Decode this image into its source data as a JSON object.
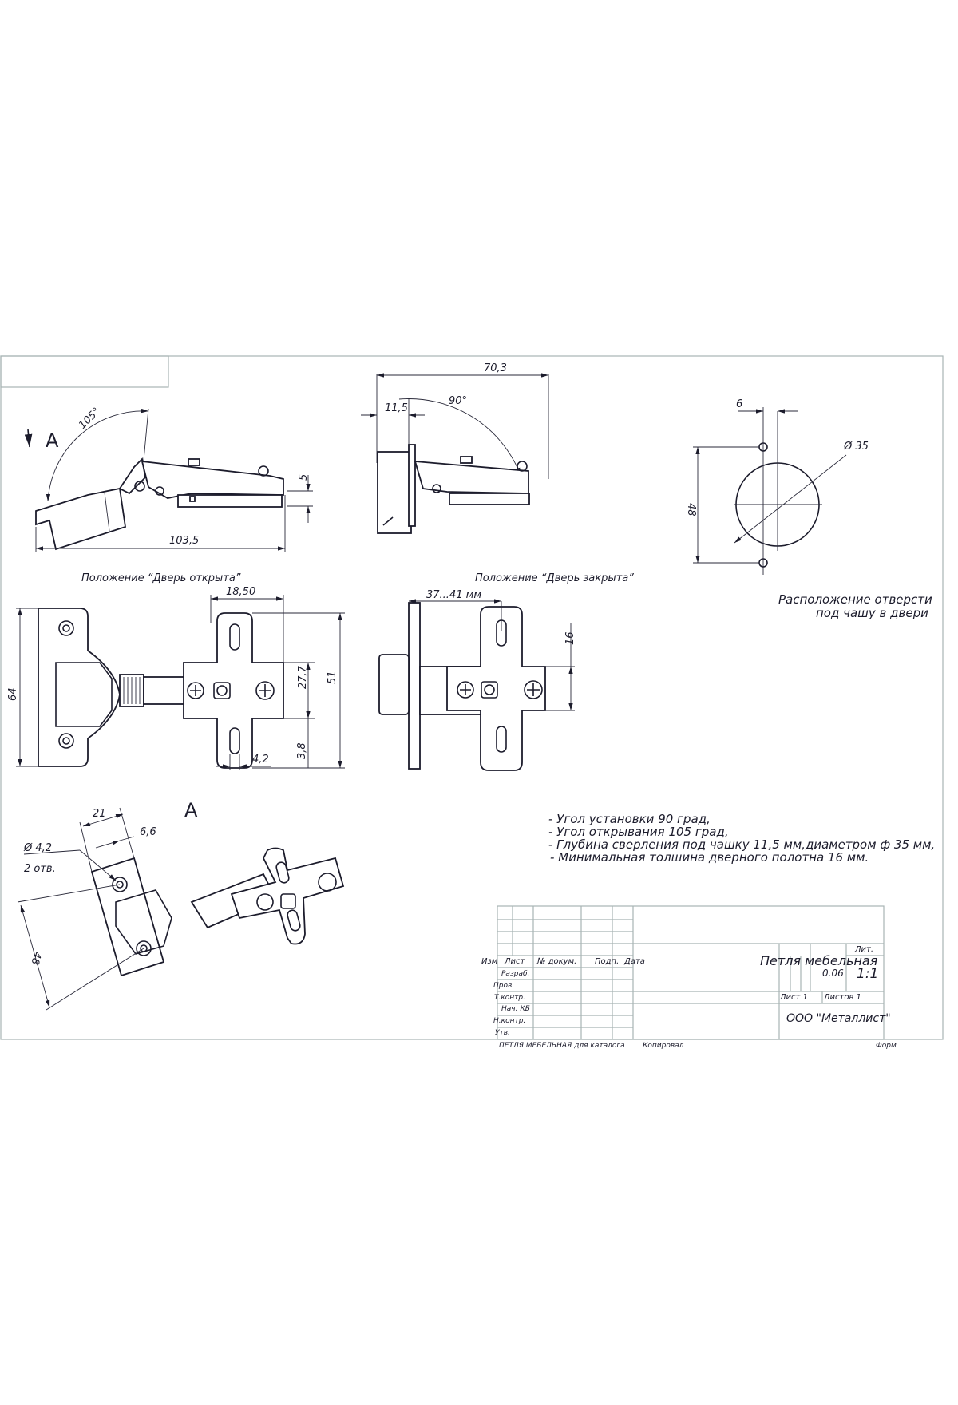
{
  "open_view": {
    "label_a": "A",
    "angle": "105°",
    "dim_length": "103,5",
    "dim_offset": "5",
    "caption": "Положение “Дверь открыта”"
  },
  "closed_view": {
    "dim_total": "70,3",
    "dim_depth": "11,5",
    "angle": "90°",
    "caption": "Положение “Дверь закрыта”"
  },
  "hole_view": {
    "dim_offset": "6",
    "dim_diameter": "Ø 35",
    "dim_spacing": "48",
    "caption_line1": "Расположение  отверсти",
    "caption_line2": "под чашу в двери"
  },
  "top_view_open": {
    "dim_height": "64",
    "dim_width": "18,50",
    "dim_27": "27,7",
    "dim_51": "51",
    "dim_38": "3,8",
    "dim_42": "4,2"
  },
  "top_view_closed": {
    "dim_range": "37...41 мм",
    "dim_16": "16"
  },
  "view_a": {
    "label": "A",
    "dim_21": "21",
    "dim_66": "6,6",
    "dim_hole": "Ø 4,2",
    "hole_count": "2 отв.",
    "dim_48": "48"
  },
  "notes": [
    "- Угол установки 90 град,",
    "- Угол открывания 105 град,",
    "- Глубина сверления под чашку 11,5 мм,диаметром ф 35 мм,",
    "- Минимальная толшина дверного полотна 16 мм."
  ],
  "title_block": {
    "col_headers": [
      "Изм",
      "Лист",
      "№ докум.",
      "Подп.",
      "Дата"
    ],
    "roles": [
      "Разраб.",
      "Пров.",
      "Т.контр.",
      "Нач. КБ",
      "Н.контр.",
      "Утв."
    ],
    "title": "Петля мебельная",
    "lit_label": "Лит.",
    "mass": "0.06",
    "scale": "1:1",
    "sheet": "Лист 1",
    "sheets": "Листов 1",
    "company": "ООО \"Металлист\"",
    "footer_doc": "ПЕТЛЯ МЕБЕЛЬНАЯ  для каталога",
    "footer_copied": "Копировал",
    "footer_format": "Форм"
  }
}
